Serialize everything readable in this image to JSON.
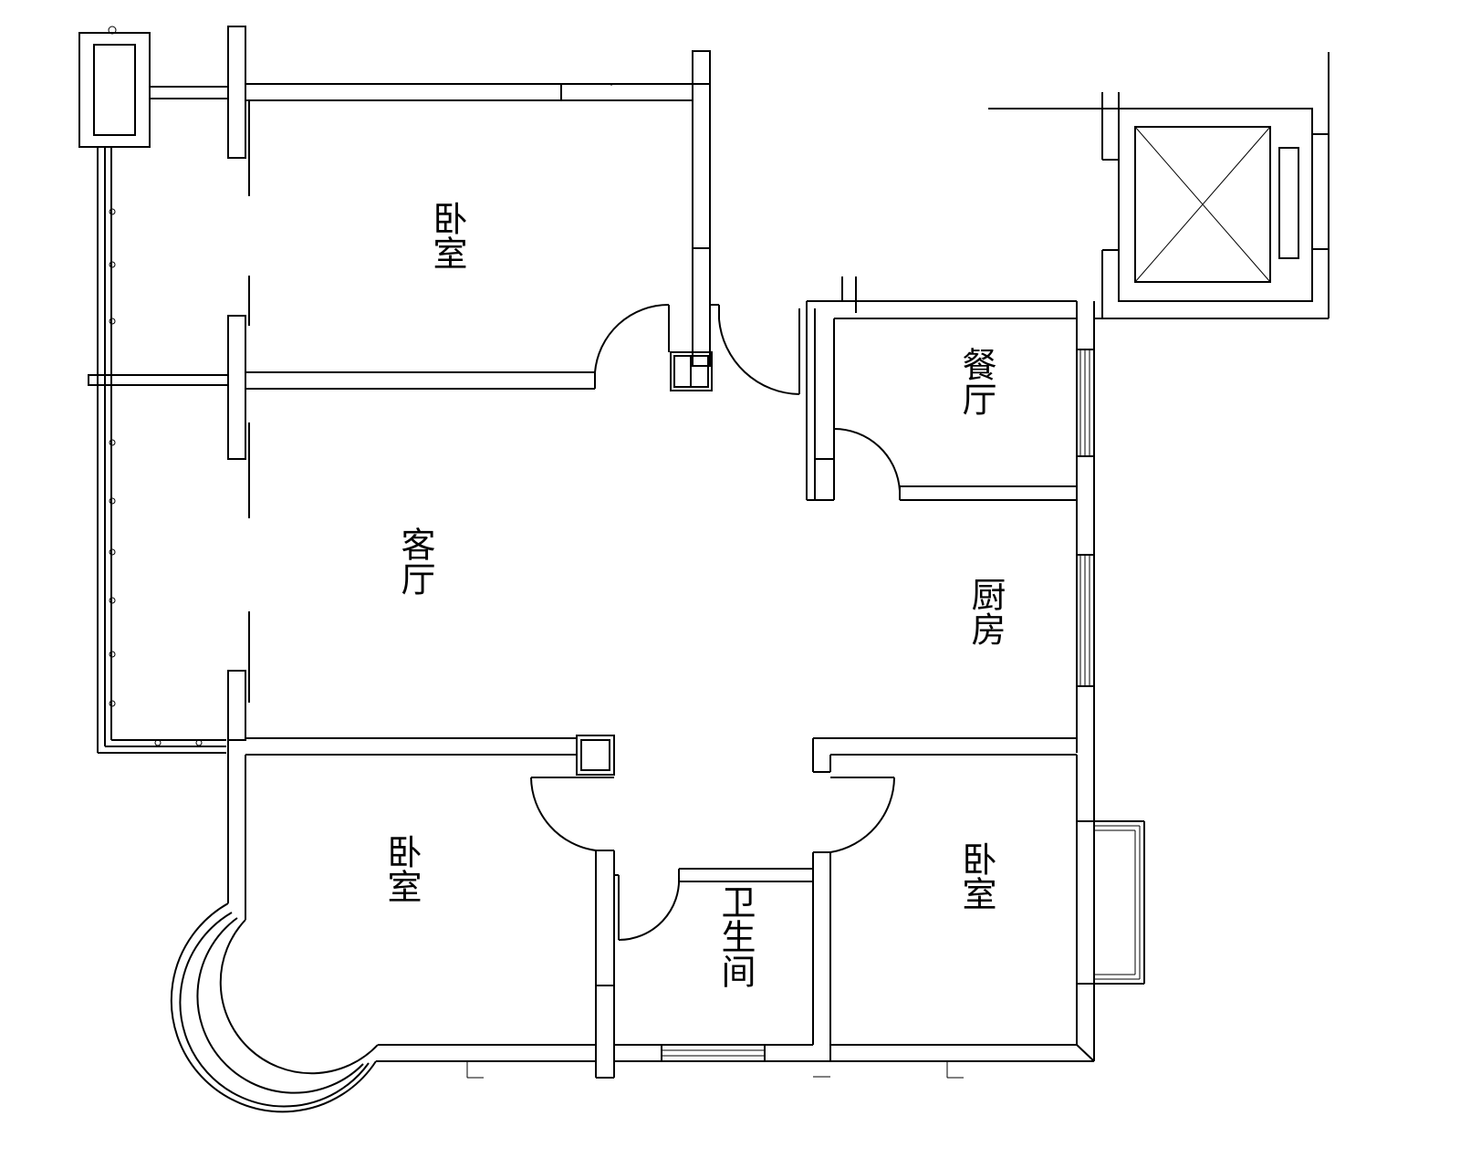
{
  "rooms": {
    "bedroom_top": "卧室",
    "living_room": "客厅",
    "dining_room": "餐厅",
    "kitchen": "厨房",
    "bedroom_bottom_left": "卧室",
    "bathroom": "卫生间",
    "bedroom_bottom_right": "卧室"
  },
  "colors": {
    "line": "#000000",
    "background": "#ffffff"
  }
}
